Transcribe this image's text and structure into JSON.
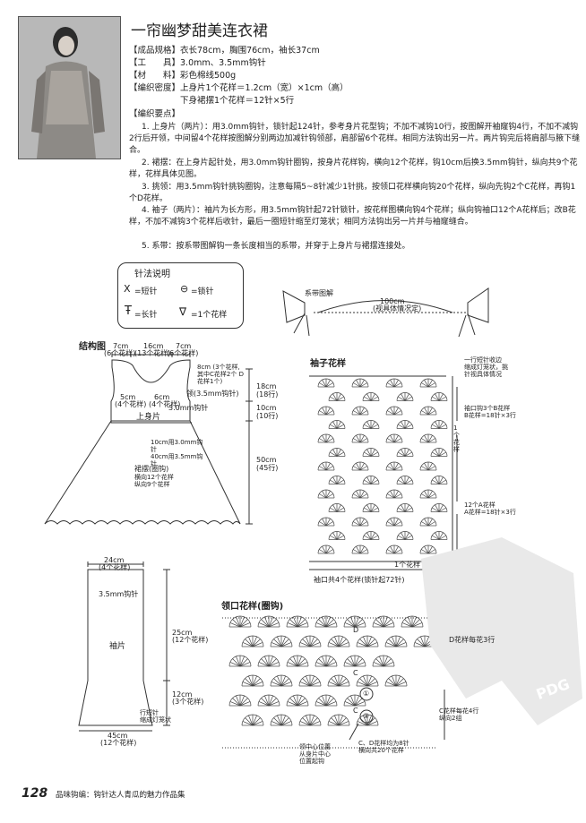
{
  "title": "一帘幽梦甜美连衣裙",
  "specs": [
    "【成品规格】衣长78cm，胸围76cm，袖长37cm",
    "【工　　具】3.0mm、3.5mm钩针",
    "【材　　料】彩色棉线500g",
    "【编织密度】上身片1个花样＝1.2cm（宽）×1cm（高）",
    "　　　　　　下身裙摆1个花样＝12针×5行"
  ],
  "points_title": "【编织要点】",
  "points": [
    "1. 上身片（两片）：用3.0mm钩针，锁针起124针，参考身片花型钩；不加不减钩10行，按图解开袖窿钩4行，不加不减钩2行后开领，中间留4个花样按图解分别两边加减针钩领部，肩部留6个花样。相同方法钩出另一片。两片钩完后将肩部与腋下缝合。",
    "2. 裙摆：在上身片起针处，用3.0mm钩针圈钩，按身片花样钩，横向12个花样，钩10cm后换3.5mm钩针，纵向共9个花样，花样具体见图。",
    "3. 挑领：用3.5mm钩针挑钩圈钩，注意每隔5~8针减少1针挑，按领口花样横向钩20个花样，纵向先钩2个C花样，再钩1个D花样。",
    "4. 袖子（两片）：袖片为长方形，用3.5mm钩针起72针锁针，按花样图横向钩4个花样；纵向钩袖口12个A花样后；改B花样，不加不减钩3个花样后收针，最后一圈短针缩至灯笼状；相同方法钩出另一片并与袖窿缝合。",
    "5. 系带：按系带图解钩一条长度相当的系带，并穿于上身片与裙摆连接处。"
  ],
  "legend": {
    "title": "针法说明",
    "items": [
      "=短针",
      "=锁针",
      "=长针",
      "=1个花样"
    ]
  },
  "structure": {
    "title": "结构图",
    "top_dims": [
      "7cm",
      "(6个花样)",
      "16cm",
      "(13个花样)",
      "7cm",
      "(6个花样)"
    ],
    "neck_note": "8cm (3个花样, 其中C花样2个 D花样1个)",
    "neck_hook": "领(3.5mm钩针)",
    "center_dims": [
      "6cm",
      "(4个花样)"
    ],
    "left_dims": [
      "5cm",
      "(4个花样)"
    ],
    "upper_label": "上身片",
    "upper_hook": "3.0mm钩针",
    "right_dims": [
      "18cm",
      "(18行)",
      "10cm",
      "(10行)",
      "50cm",
      "(45行)"
    ],
    "skirt_hook": "10cm用3.0mm钩针\n40cm用3.5mm钩针",
    "skirt_label": "裙摆(圈钩)",
    "skirt_counts": "横向12个花样\n纵向9个花样"
  },
  "sleeve": {
    "top_dims": [
      "24cm",
      "(4个花样)"
    ],
    "hook": "3.5mm钩针",
    "label": "袖片",
    "right_dims": [
      "25cm",
      "(12个花样)",
      "12cm",
      "(3个花样)"
    ],
    "bottom_note": "行短针\n缩成灯笼状",
    "bottom_dims": [
      "45cm",
      "(12个花样)"
    ]
  },
  "tie": {
    "title": "系带图解",
    "length": "100cm",
    "note": "(视具体情况定)"
  },
  "sleeve_pattern": {
    "title": "袖子花样",
    "note1": "一行短针收边\n缩成灯笼状，挑\n针视具体情况",
    "note2": "袖口钩3个B花样\nB花样=18针×3行",
    "note3": "12个A花样\nA花样=18针×3行",
    "one_pattern": "1个花样",
    "one_pattern_b": "1个花样",
    "bottom": "袖口共4个花样(锁针起72针)"
  },
  "neck_pattern": {
    "title": "领口花样(圈钩)",
    "note_d": "D花样每花3行",
    "note_c": "C花样每花4行\n纵向2组",
    "center": "领中心位置\n从身片中心\n位置起钩",
    "cd": "C、D花样均为8针\n横向共20个花样",
    "marks": [
      "D",
      "C",
      "C"
    ],
    "row_nums": [
      "①",
      "②"
    ]
  },
  "watermark": "PDG",
  "footer": {
    "page": "128",
    "text": "品味钩编：钩针达人青瓜的魅力作品集"
  }
}
